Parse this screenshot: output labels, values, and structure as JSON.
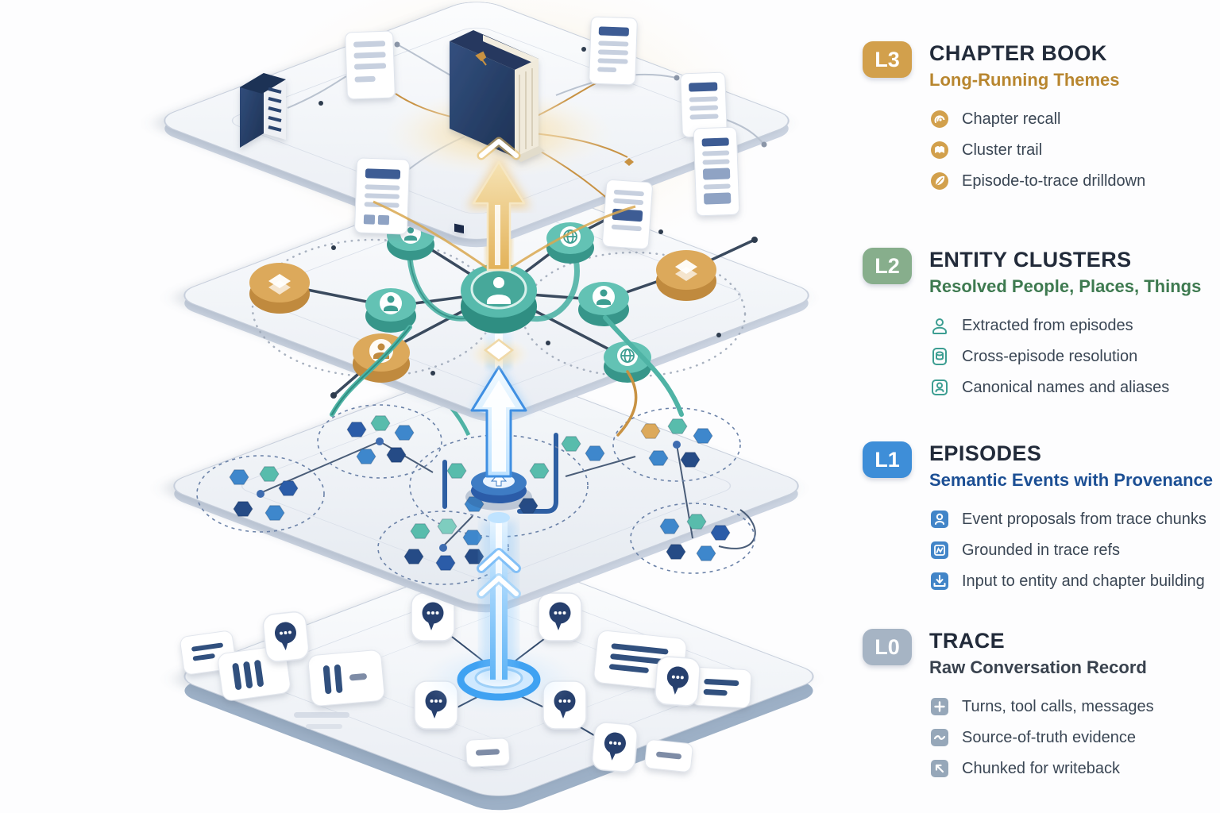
{
  "colors": {
    "l3_accent": "#D2A04C",
    "l2_accent": "#87AE8C",
    "l1_accent": "#3E8ED8",
    "l0_accent": "#A6B4C4",
    "teal_node": "#57BAAC",
    "gold_node": "#DCA95B",
    "beam_blue": "#4FACF7",
    "beam_gold": "#E3B259",
    "navy_ink": "#27406E",
    "title_ink": "#222B3A"
  },
  "legend": {
    "sections": [
      {
        "badge": "L3",
        "badge_color": "#D2A04C",
        "title": "CHAPTER BOOK",
        "subtitle": "Long-Running Themes",
        "subtitle_color": "#B8862F",
        "items": [
          {
            "icon": "coil-icon",
            "label": "Chapter recall"
          },
          {
            "icon": "open-book-icon",
            "label": "Cluster trail"
          },
          {
            "icon": "leaf-icon",
            "label": "Episode-to-trace drilldown"
          }
        ]
      },
      {
        "badge": "L2",
        "badge_color": "#87AE8C",
        "title": "ENTITY CLUSTERS",
        "subtitle": "Resolved People, Places, Things",
        "subtitle_color": "#3E7A50",
        "items": [
          {
            "icon": "person-badge-icon",
            "label": "Extracted from episodes"
          },
          {
            "icon": "id-card-database-icon",
            "label": "Cross-episode resolution"
          },
          {
            "icon": "person-card-icon",
            "label": "Canonical names and aliases"
          }
        ]
      },
      {
        "badge": "L1",
        "badge_color": "#3E8ED8",
        "title": "EPISODES",
        "subtitle": "Semantic Events with Provenance",
        "subtitle_color": "#1C4F94",
        "items": [
          {
            "icon": "event-person-icon",
            "label": "Event proposals from trace chunks"
          },
          {
            "icon": "grounding-grid-icon",
            "label": "Grounded in trace refs"
          },
          {
            "icon": "input-tray-icon",
            "label": "Input to entity and chapter building"
          }
        ]
      },
      {
        "badge": "L0",
        "badge_color": "#A6B4C4",
        "title": "TRACE",
        "subtitle": "Raw Conversation Record",
        "subtitle_color": "#39424E",
        "items": [
          {
            "icon": "plus-icon",
            "label": "Turns, tool calls, messages"
          },
          {
            "icon": "wave-icon",
            "label": "Source-of-truth evidence"
          },
          {
            "icon": "arrow-upleft-icon",
            "label": "Chunked for writeback"
          }
        ]
      }
    ]
  }
}
